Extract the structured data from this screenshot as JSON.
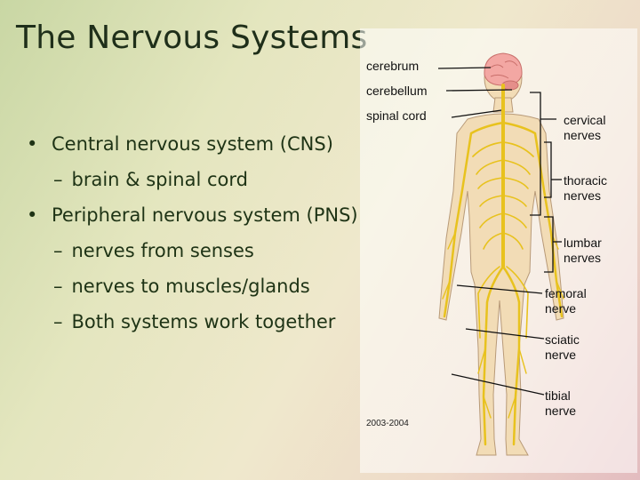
{
  "title": "The Nervous Systems",
  "bullets": [
    {
      "text": "Central nervous system (CNS)",
      "subs": [
        "brain & spinal cord"
      ]
    },
    {
      "text": "Peripheral nervous system (PNS)",
      "subs": [
        "nerves from senses",
        "nerves to muscles/glands",
        "Both systems work together"
      ]
    }
  ],
  "labels": {
    "cerebrum": "cerebrum",
    "cerebellum": "cerebellum",
    "spinal_cord": "spinal cord",
    "cervical_1": "cervical",
    "cervical_2": "nerves",
    "thoracic_1": "thoracic",
    "thoracic_2": "nerves",
    "lumbar_1": "lumbar",
    "lumbar_2": "nerves",
    "femoral_1": "femoral",
    "femoral_2": "nerve",
    "sciatic_1": "sciatic",
    "sciatic_2": "nerve",
    "tibial_1": "tibial",
    "tibial_2": "nerve"
  },
  "credit": "2003-2004",
  "colors": {
    "title": "#1f2f1a",
    "text": "#1e3315",
    "nerve": "#e8c21e",
    "skin": "#f2dcb6",
    "brain": "#f3a7a3"
  }
}
